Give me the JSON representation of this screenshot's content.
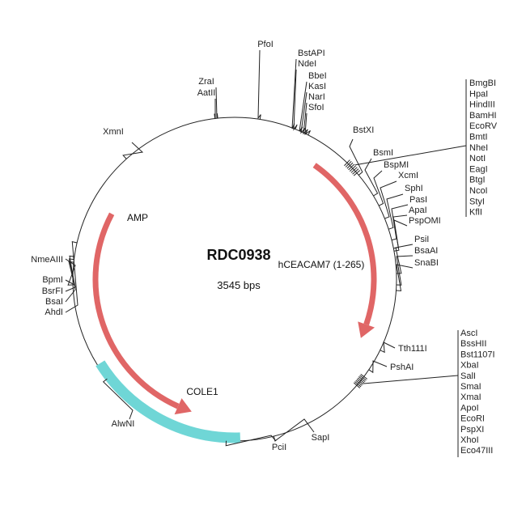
{
  "plasmid": {
    "name": "RDC0938",
    "size": "3545 bps"
  },
  "colors": {
    "backbone": "#222222",
    "amp": "#e06666",
    "cole1": "#6fd6d6",
    "hceacam7": "#e06666"
  },
  "features": [
    {
      "key": "amp",
      "label": "AMP",
      "kind": "arrow",
      "from": 298,
      "to": 198,
      "color": "#e06666"
    },
    {
      "key": "hceacam7",
      "label": "hCEACAM7 (1-265)",
      "kind": "arrow",
      "from": 35,
      "to": 115,
      "color": "#e06666"
    },
    {
      "key": "cole1",
      "label": "COLE1",
      "kind": "band",
      "from": 178,
      "to": 238,
      "color": "#6fd6d6"
    }
  ],
  "sites": [
    {
      "label": "PfoI"
    },
    {
      "label": "BstAPI"
    },
    {
      "label": "NdeI"
    },
    {
      "label": "BbeI"
    },
    {
      "label": "KasI"
    },
    {
      "label": "NarI"
    },
    {
      "label": "SfoI"
    },
    {
      "label": "ZraI"
    },
    {
      "label": "AatII"
    },
    {
      "label": "XmnI"
    },
    {
      "label": "BstXI"
    },
    {
      "label": "BsmI"
    },
    {
      "label": "BspMI"
    },
    {
      "label": "XcmI"
    },
    {
      "label": "SphI"
    },
    {
      "label": "PasI"
    },
    {
      "label": "ApaI"
    },
    {
      "label": "PspOMI"
    },
    {
      "label": "PsiI"
    },
    {
      "label": "BsaAI"
    },
    {
      "label": "SnaBI"
    },
    {
      "label": "NmeAIII"
    },
    {
      "label": "BpmI"
    },
    {
      "label": "BsrFI"
    },
    {
      "label": "BsaI"
    },
    {
      "label": "AhdI"
    },
    {
      "label": "Tth111I"
    },
    {
      "label": "PshAI"
    },
    {
      "label": "AlwNI"
    },
    {
      "label": "PciI"
    },
    {
      "label": "SapI"
    }
  ],
  "cluster_top": [
    "BmgBI",
    "HpaI",
    "HindIII",
    "BamHI",
    "EcoRV",
    "BmtI",
    "NheI",
    "NotI",
    "EagI",
    "BtgI",
    "NcoI",
    "StyI",
    "KflI"
  ],
  "cluster_bottom": [
    "AscI",
    "BssHII",
    "Bst1107I",
    "XbaI",
    "SalI",
    "SmaI",
    "XmaI",
    "ApoI",
    "EcoRI",
    "PspXI",
    "XhoI",
    "Eco47III"
  ]
}
